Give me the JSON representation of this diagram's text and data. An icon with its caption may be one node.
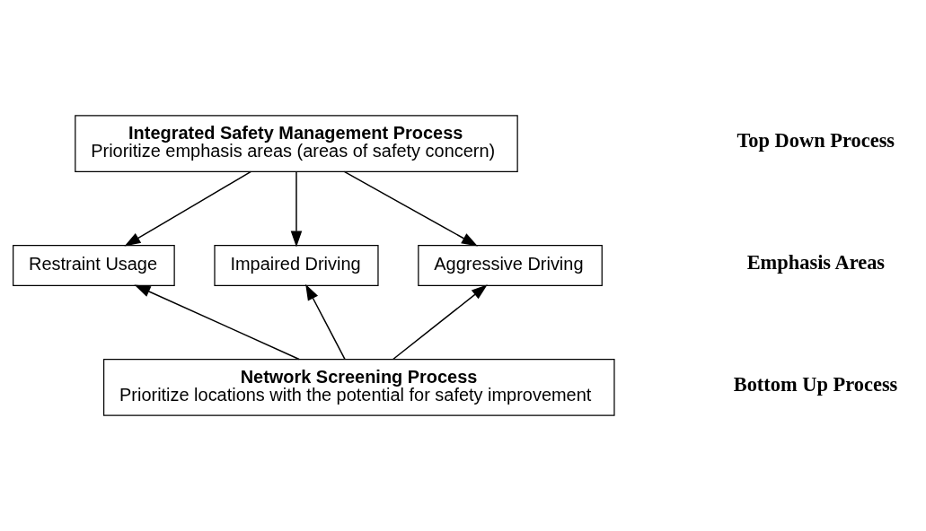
{
  "diagram": {
    "nodes": [
      {
        "text": [
          "Integrated Safety Management Process",
          "Prioritize emphasis areas (areas of safety concern)"
        ]
      },
      {
        "text": [
          "Restraint Usage"
        ]
      },
      {
        "text": [
          "Impaired Driving"
        ]
      },
      {
        "text": [
          "Aggressive Driving"
        ]
      },
      {
        "text": [
          "Network Screening Process",
          "Prioritize locations with the potential for safety improvement"
        ]
      }
    ],
    "edges": [
      {
        "from": 0,
        "to": 1,
        "arrow": "to"
      },
      {
        "from": 0,
        "to": 2,
        "arrow": "to"
      },
      {
        "from": 0,
        "to": 3,
        "arrow": "to"
      },
      {
        "from": 4,
        "to": 1,
        "arrow": "to"
      },
      {
        "from": 4,
        "to": 2,
        "arrow": "to"
      },
      {
        "from": 4,
        "to": 3,
        "arrow": "to"
      }
    ],
    "labels": [
      "Top Down Process",
      "Emphasis Areas",
      "Bottom Up Process"
    ]
  }
}
